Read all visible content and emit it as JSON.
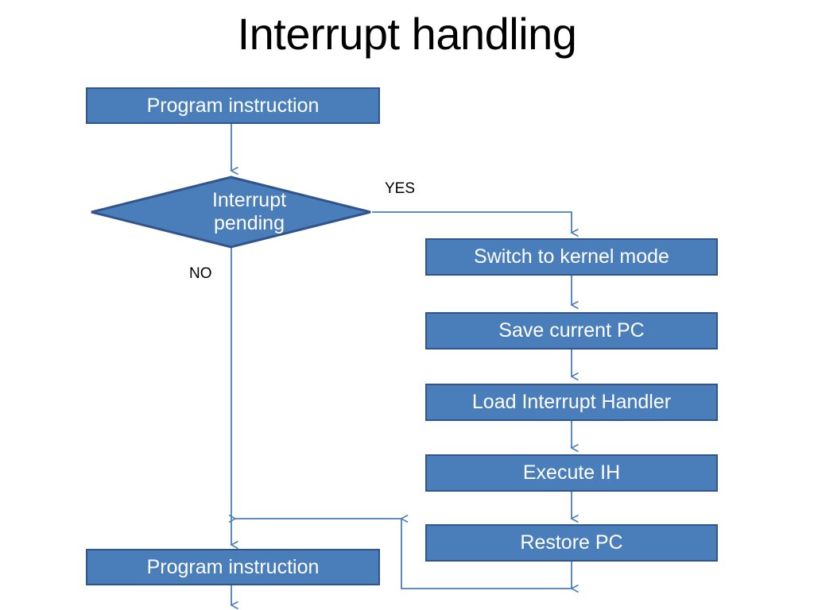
{
  "slide": {
    "title": "Interrupt handling",
    "background": "#FFFFFF"
  },
  "theme": {
    "node_fill": "#4A7EBB",
    "node_border": "#31548C",
    "node_text": "#FFFFFF",
    "connector": "#4A7EBB",
    "label_text": "#000000"
  },
  "nodes": {
    "program_instruction_top": "Program instruction",
    "interrupt_pending_line1": "Interrupt",
    "interrupt_pending_line2": "pending",
    "switch_kernel_mode": "Switch to kernel mode",
    "save_current_pc": "Save current PC",
    "load_interrupt_handler": "Load Interrupt Handler",
    "execute_ih": "Execute IH",
    "restore_pc": "Restore PC",
    "program_instruction_bottom": "Program instruction"
  },
  "edge_labels": {
    "yes": "YES",
    "no": "NO"
  }
}
